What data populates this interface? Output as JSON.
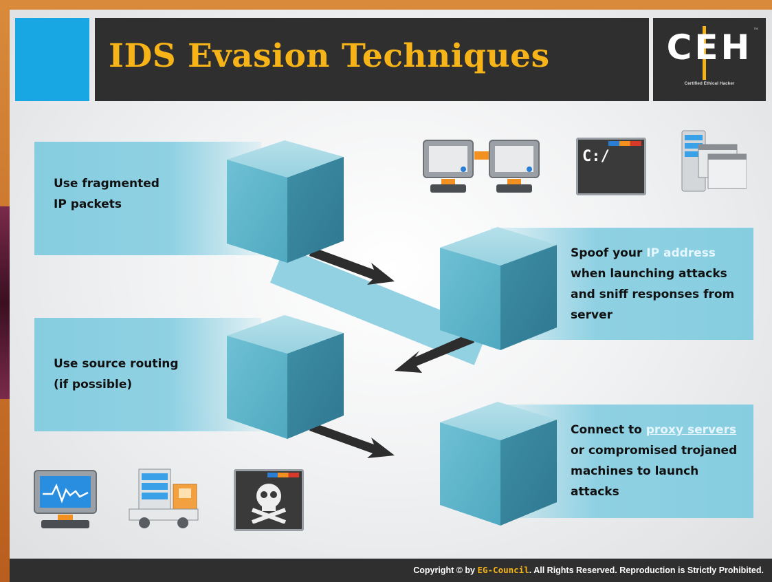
{
  "slide": {
    "title": "IDS Evasion Techniques",
    "logo": {
      "text": "CEH",
      "subtitle": "Certified  Ethical  Hacker",
      "tm": "™"
    }
  },
  "techniques": [
    {
      "text_lines": [
        "Use fragmented",
        "IP packets"
      ]
    },
    {
      "text_before": "Spoof your ",
      "highlight": "IP address",
      "text_lines": [
        "when launching attacks",
        "and sniff responses from",
        "server"
      ]
    },
    {
      "text_lines": [
        "Use source routing",
        "(if possible)"
      ]
    },
    {
      "text_before": "Connect to ",
      "highlight": "proxy servers",
      "text_lines": [
        "or compromised trojaned",
        "machines to launch",
        "attacks"
      ]
    }
  ],
  "icons": {
    "cmd_prompt": "C:/",
    "top": [
      "networked-computers-icon",
      "command-prompt-icon",
      "server-windows-icon"
    ],
    "bottom": [
      "network-monitor-icon",
      "server-truck-icon",
      "skull-terminal-icon"
    ]
  },
  "footer": {
    "prefix": "Copyright © by ",
    "brand": "EG-Council",
    "suffix": ". All Rights Reserved. Reproduction is Strictly Prohibited."
  },
  "colors": {
    "accent_blue": "#18a7e3",
    "title_gold": "#f7b418",
    "dark_bar": "#2f2f2f",
    "panel_blue": "#8fd1e3",
    "cube_blue": "#5fb6cc"
  }
}
